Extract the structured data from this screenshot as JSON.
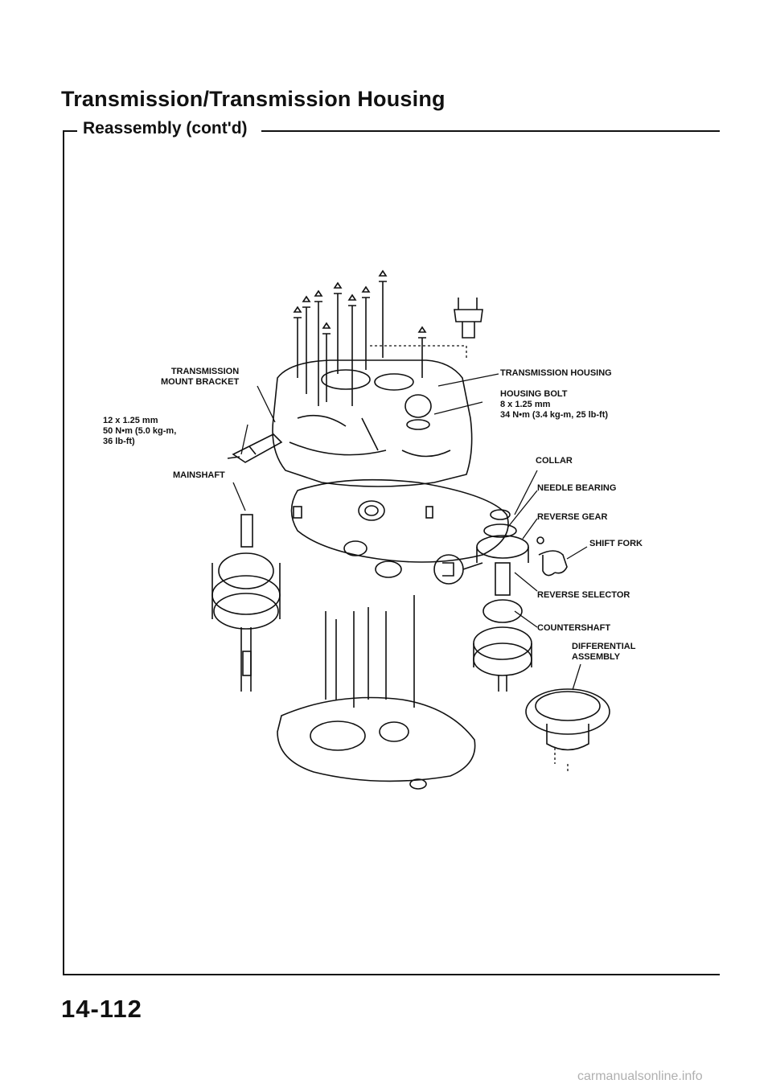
{
  "header": {
    "title": "Transmission/Transmission Housing",
    "subtitle": "Reassembly (cont'd)"
  },
  "labels": {
    "transmission_mount_bracket": [
      "TRANSMISSION",
      "MOUNT BRACKET"
    ],
    "mount_bolt_spec": [
      "12 x 1.25 mm",
      "50 N•m (5.0 kg-m,",
      "36 lb-ft)"
    ],
    "mainshaft": "MAINSHAFT",
    "transmission_housing": "TRANSMISSION HOUSING",
    "housing_bolt": [
      "HOUSING BOLT",
      "8 x 1.25 mm",
      "34 N•m (3.4 kg-m, 25 lb-ft)"
    ],
    "collar": "COLLAR",
    "needle_bearing": "NEEDLE BEARING",
    "reverse_gear": "REVERSE GEAR",
    "shift_fork": "SHIFT FORK",
    "reverse_selector": "REVERSE SELECTOR",
    "countershaft": "COUNTERSHAFT",
    "differential_assembly": [
      "DIFFERENTIAL",
      "ASSEMBLY"
    ]
  },
  "page_number": "14-112",
  "footer": "carmanualsonline.info"
}
